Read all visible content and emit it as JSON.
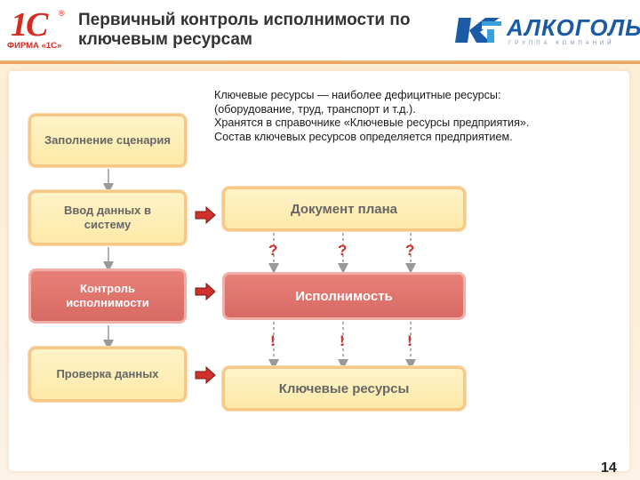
{
  "header": {
    "title": "Первичный контроль исполнимости по ключевым ресурсам",
    "logo_left": {
      "big": "1С",
      "reg": "®",
      "firm": "ФИРМА «1С»"
    },
    "logo_right": {
      "word": "АЛКОГОЛЬ",
      "sub": "ГРУППА КОМПАНИЙ",
      "mark": "KT"
    }
  },
  "description": {
    "keyword": "Ключевые ресурсы",
    "line1_rest": " — наиболее дефицитные ресурсы:",
    "line2": "(оборудование, труд, транспорт и т.д.).",
    "line3": "Хранятся в справочнике «Ключевые ресурсы предприятия».",
    "line4": "Состав ключевых ресурсов определяется предприятием."
  },
  "left_steps": [
    "Заполнение сценария",
    "Ввод данных в систему",
    "Контроль исполнимости",
    "Проверка данных"
  ],
  "right_steps": [
    "Документ плана",
    "Исполнимость",
    "Ключевые ресурсы"
  ],
  "question_marks": [
    "?",
    "?",
    "?"
  ],
  "exclamation_marks": [
    "!",
    "!",
    "!"
  ],
  "page_number": "14",
  "colors": {
    "accent_red": "#d0312d",
    "box_border": "#f5c888",
    "box_fill": "#fde9a8",
    "red_box": "#d86a64",
    "background": "#fdeed8"
  }
}
